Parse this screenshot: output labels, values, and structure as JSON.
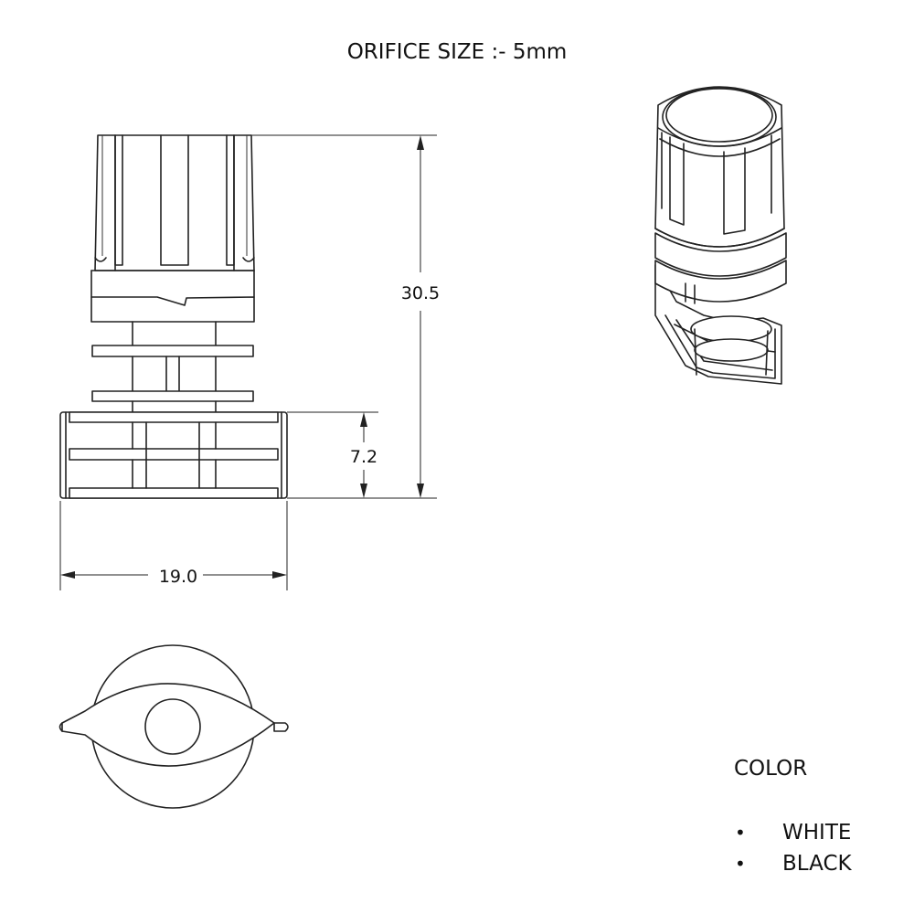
{
  "title": "ORIFICE SIZE :- 5mm",
  "dimensions": {
    "total_height": "30.5",
    "base_height": "7.2",
    "base_width": "19.0"
  },
  "color_legend": {
    "heading": "COLOR",
    "bullet": "•",
    "items": [
      "WHITE",
      "BLACK"
    ]
  }
}
